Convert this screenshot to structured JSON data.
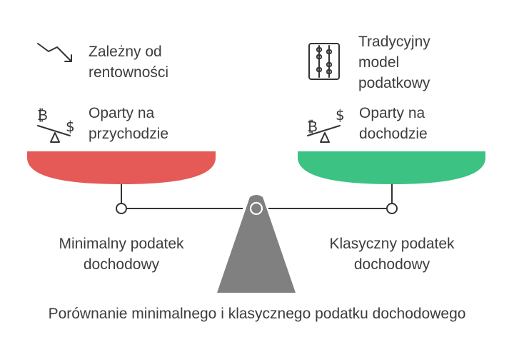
{
  "left_pan": {
    "color": "#e55a56",
    "features": [
      {
        "icon": "trend-down-icon",
        "lines": [
          "Zależny od",
          "rentowności"
        ]
      },
      {
        "icon": "seesaw-bitcoin-dollar-icon",
        "lines": [
          "Oparty na",
          "przychodzie"
        ]
      }
    ],
    "label": [
      "Minimalny podatek",
      "dochodowy"
    ]
  },
  "right_pan": {
    "color": "#3cc283",
    "features": [
      {
        "icon": "abacus-icon",
        "lines": [
          "Tradycyjny",
          "model",
          "podatkowy"
        ]
      },
      {
        "icon": "seesaw-bitcoin-dollar-icon",
        "lines": [
          "Oparty na",
          "dochodzie"
        ]
      }
    ],
    "label": [
      "Klasyczny podatek",
      "dochodowy"
    ]
  },
  "caption": "Porównanie minimalnego i klasycznego podatku dochodowego",
  "colors": {
    "stand": "#808080",
    "line": "#333333",
    "text": "#3d3d3d"
  }
}
